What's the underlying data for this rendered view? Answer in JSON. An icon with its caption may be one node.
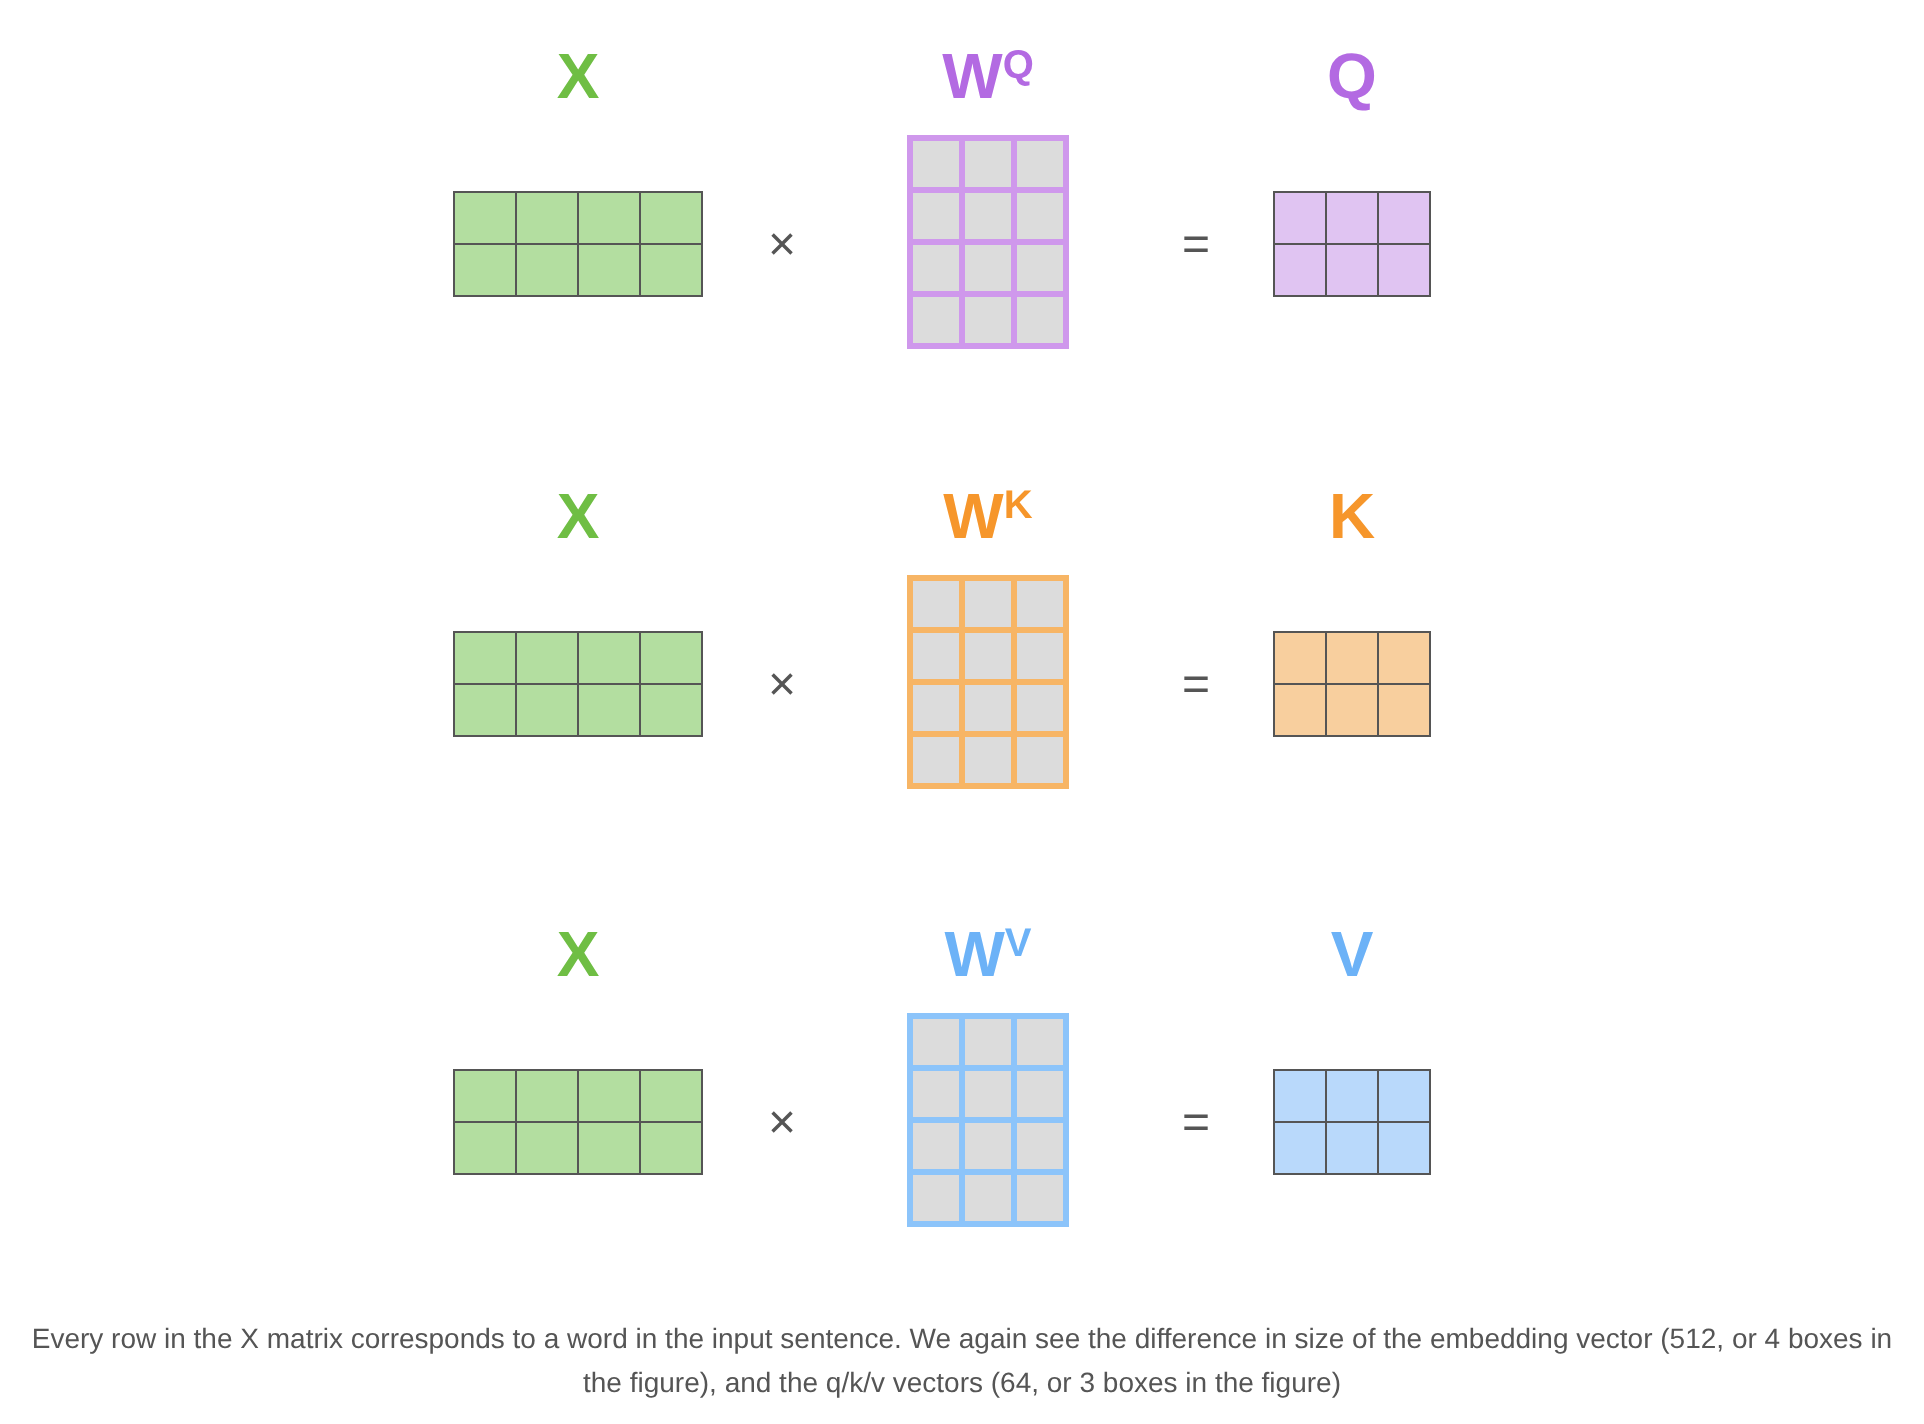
{
  "diagram": {
    "caption": "Every row in the X matrix corresponds to a word in the input sentence. We again see the difference in size of the embedding vector (512, or 4 boxes in the figure), and the q/k/v vectors (64, or 3 boxes in the figure)",
    "nodes": [
      {
        "text": [
          "X"
        ]
      },
      {
        "text": [
          "W$^{Q}$"
        ]
      },
      {
        "text": [
          "Q"
        ]
      },
      {
        "text": [
          "X"
        ]
      },
      {
        "text": [
          "W$^{K}$"
        ]
      },
      {
        "text": [
          "K"
        ]
      },
      {
        "text": [
          "X"
        ]
      },
      {
        "text": [
          "W$^{V}$"
        ]
      },
      {
        "text": [
          "V"
        ]
      }
    ],
    "labels": [
      "×",
      "=",
      "×",
      "=",
      "×",
      "="
    ]
  }
}
